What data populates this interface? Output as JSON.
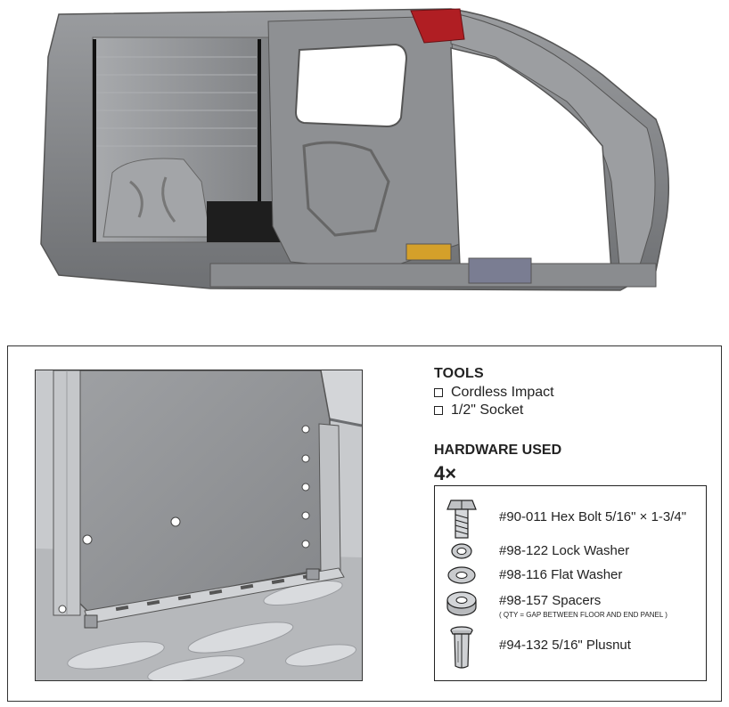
{
  "tools": {
    "title": "TOOLS",
    "items": [
      "Cordless Impact",
      "1/2\" Socket"
    ]
  },
  "hardware": {
    "title": "HARDWARE USED",
    "quantity": "4×",
    "items": [
      {
        "label": "#90-011 Hex Bolt 5/16\" × 1-3/4\"",
        "icon": "hex-bolt-icon"
      },
      {
        "label": "#98-122 Lock Washer",
        "icon": "lock-washer-icon"
      },
      {
        "label": "#98-116 Flat Washer",
        "icon": "flat-washer-icon"
      },
      {
        "label": "#98-157 Spacers",
        "note": "( QTY = GAP BETWEEN FLOOR AND END PANEL )",
        "icon": "spacer-icon"
      },
      {
        "label": "#94-132 5/16\" Plusnut",
        "icon": "plusnut-icon"
      }
    ]
  },
  "colors": {
    "body_gray": "#8a8c8f",
    "highlight_red": "#b01e23",
    "border": "#333333"
  }
}
